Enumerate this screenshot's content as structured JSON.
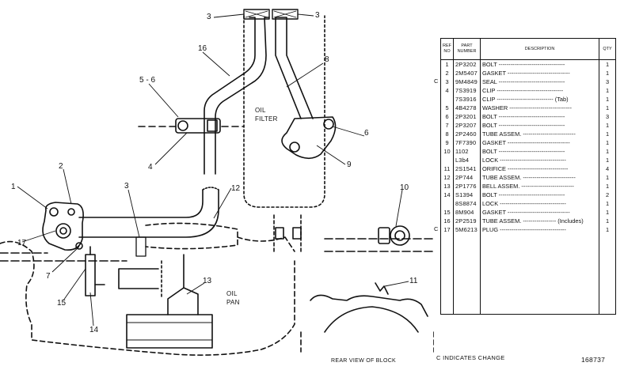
{
  "drawing": {
    "callouts": [
      "3",
      "3",
      "16",
      "8",
      "5 - 6",
      "6",
      "9",
      "4",
      "2",
      "1",
      "17",
      "7",
      "3",
      "12",
      "10",
      "15",
      "14",
      "13",
      "11"
    ],
    "labels": {
      "oil_filter": "OIL\nFILTER",
      "oil_pan": "OIL\nPAN",
      "rear_view": "REAR VIEW OF BLOCK"
    }
  },
  "footer": {
    "change_note": "C INDICATES CHANGE",
    "figure_number": "168737"
  },
  "parts_table": {
    "headers": {
      "ref": "REF NO",
      "part": "PART NUMBER",
      "description": "DESCRIPTION",
      "qty": "QTY"
    },
    "rows": [
      {
        "mark": "",
        "ref": "1",
        "part": "2P3202",
        "desc": "BOLT",
        "note": "",
        "qty": "1"
      },
      {
        "mark": "",
        "ref": "2",
        "part": "2M5407",
        "desc": "GASKET",
        "note": "",
        "qty": "1"
      },
      {
        "mark": "C",
        "ref": "3",
        "part": "9M4849",
        "desc": "SEAL",
        "note": "",
        "qty": "3"
      },
      {
        "mark": "",
        "ref": "4",
        "part": "7S3919",
        "desc": "CLIP",
        "note": "",
        "qty": "1"
      },
      {
        "mark": "",
        "ref": "",
        "part": "7S3916",
        "desc": "CLIP",
        "note": "(Tab)",
        "qty": "1"
      },
      {
        "mark": "",
        "ref": "5",
        "part": "4B4278",
        "desc": "WASHER",
        "note": "",
        "qty": "1"
      },
      {
        "mark": "",
        "ref": "6",
        "part": "2P3201",
        "desc": "BOLT",
        "note": "",
        "qty": "3"
      },
      {
        "mark": "",
        "ref": "7",
        "part": "2P3207",
        "desc": "BOLT",
        "note": "",
        "qty": "1"
      },
      {
        "mark": "",
        "ref": "8",
        "part": "2P2460",
        "desc": "TUBE ASSEM.",
        "note": "",
        "qty": "1"
      },
      {
        "mark": "",
        "ref": "9",
        "part": "7F7390",
        "desc": "GASKET",
        "note": "",
        "qty": "1"
      },
      {
        "mark": "",
        "ref": "10",
        "part": "1102",
        "desc": "BOLT",
        "note": "",
        "qty": "1"
      },
      {
        "mark": "",
        "ref": "",
        "part": "L3b4",
        "desc": "LOCK",
        "note": "",
        "qty": "1"
      },
      {
        "mark": "",
        "ref": "11",
        "part": "2S1541",
        "desc": "ORIFICE",
        "note": "",
        "qty": "4"
      },
      {
        "mark": "",
        "ref": "12",
        "part": "2P744",
        "desc": "TUBE ASSEM.",
        "note": "",
        "qty": "1"
      },
      {
        "mark": "",
        "ref": "13",
        "part": "2P1776",
        "desc": "BELL ASSEM.",
        "note": "",
        "qty": "1"
      },
      {
        "mark": "",
        "ref": "14",
        "part": "S1394",
        "desc": "BOLT",
        "note": "",
        "qty": "2"
      },
      {
        "mark": "",
        "ref": "",
        "part": "8S8874",
        "desc": "LOCK",
        "note": "",
        "qty": "1"
      },
      {
        "mark": "",
        "ref": "15",
        "part": "8M904",
        "desc": "GASKET",
        "note": "",
        "qty": "1"
      },
      {
        "mark": "",
        "ref": "16",
        "part": "2P2519",
        "desc": "TUBE ASSEM.",
        "note": "(Includes)",
        "qty": "1"
      },
      {
        "mark": "C",
        "ref": "17",
        "part": "5M6213",
        "desc": "PLUG",
        "note": "",
        "qty": "1"
      }
    ]
  }
}
